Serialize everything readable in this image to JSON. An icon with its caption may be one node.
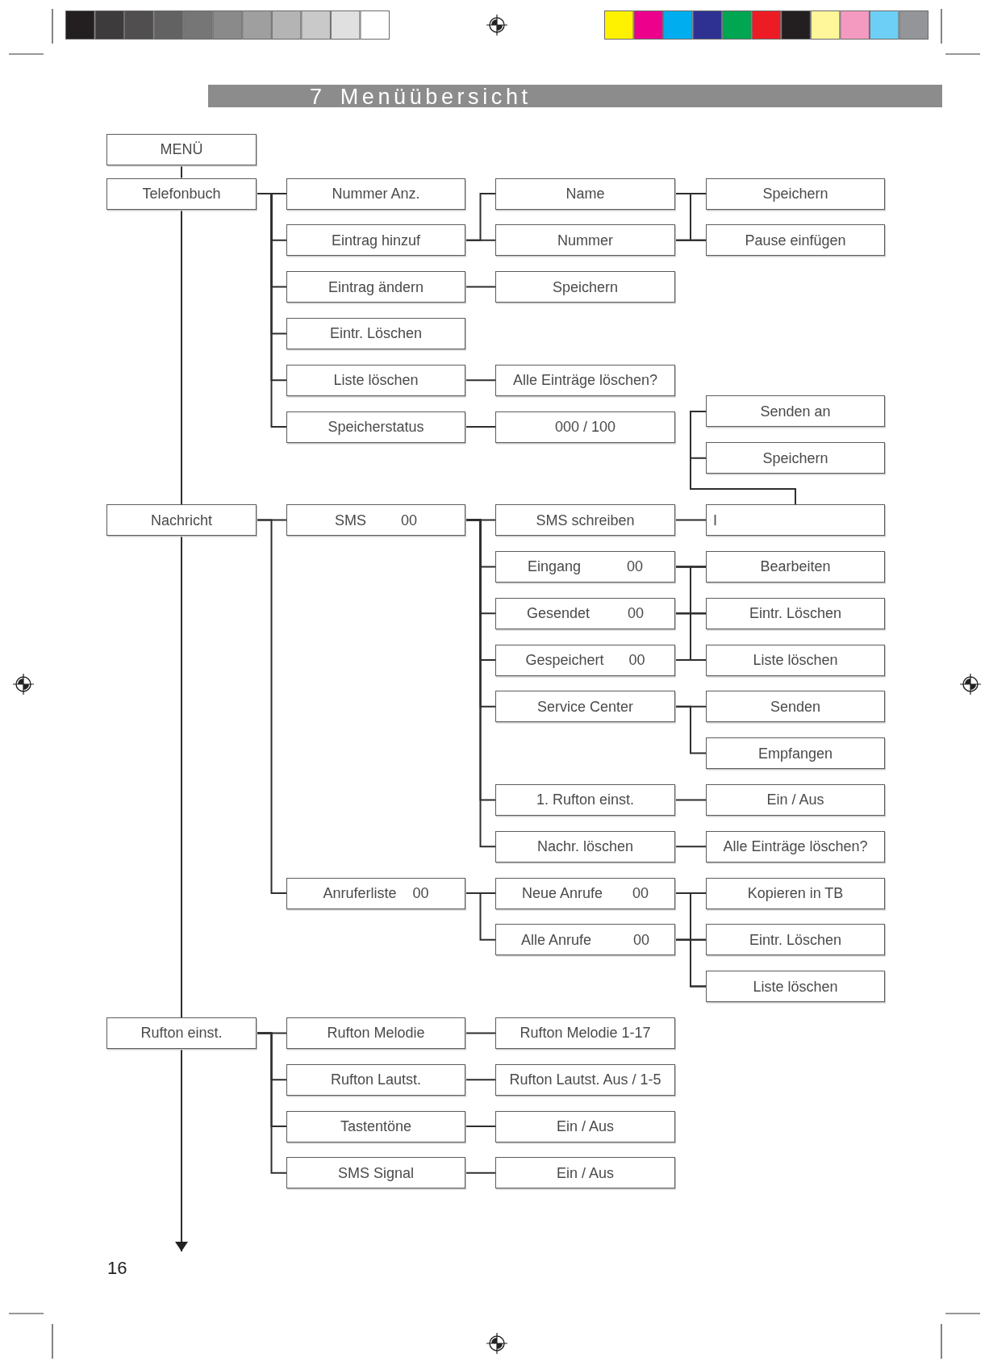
{
  "diagram": {
    "title": "7 Menüübersicht",
    "nodes": [
      {
        "text": [
          "MENÜ"
        ]
      },
      {
        "text": [
          "Telefonbuch"
        ]
      },
      {
        "text": [
          "Nummer Anz."
        ]
      },
      {
        "text": [
          "Name"
        ]
      },
      {
        "text": [
          "Speichern"
        ]
      },
      {
        "text": [
          "Eintrag hinzuf"
        ]
      },
      {
        "text": [
          "Nummer"
        ]
      },
      {
        "text": [
          "Pause einfügen"
        ]
      },
      {
        "text": [
          "Eintrag ändern"
        ]
      },
      {
        "text": [
          "Speichern"
        ]
      },
      {
        "text": [
          "Eintr. Löschen"
        ]
      },
      {
        "text": [
          "Liste löschen"
        ]
      },
      {
        "text": [
          "Alle Einträge löschen?"
        ]
      },
      {
        "text": [
          "Senden an"
        ]
      },
      {
        "text": [
          "Speicherstatus"
        ]
      },
      {
        "text": [
          "000 / 100"
        ]
      },
      {
        "text": [
          "Speichern"
        ]
      },
      {
        "text": [
          "Nachricht"
        ]
      },
      {
        "text": [
          "SMS",
          "00"
        ]
      },
      {
        "text": [
          "SMS schreiben"
        ]
      },
      {
        "text": [
          "I"
        ]
      },
      {
        "text": [
          "Eingang",
          "00"
        ]
      },
      {
        "text": [
          "Bearbeiten"
        ]
      },
      {
        "text": [
          "Gesendet",
          "00"
        ]
      },
      {
        "text": [
          "Eintr. Löschen"
        ]
      },
      {
        "text": [
          "Gespeichert",
          "00"
        ]
      },
      {
        "text": [
          "Liste löschen"
        ]
      },
      {
        "text": [
          "Service Center"
        ]
      },
      {
        "text": [
          "Senden"
        ]
      },
      {
        "text": [
          "Empfangen"
        ]
      },
      {
        "text": [
          "1. Rufton einst."
        ]
      },
      {
        "text": [
          "Ein / Aus"
        ]
      },
      {
        "text": [
          "Nachr. löschen"
        ]
      },
      {
        "text": [
          "Alle Einträge löschen?"
        ]
      },
      {
        "text": [
          "Anruferliste",
          "00"
        ]
      },
      {
        "text": [
          "Neue Anrufe",
          "00"
        ]
      },
      {
        "text": [
          "Kopieren in TB"
        ]
      },
      {
        "text": [
          "Alle Anrufe",
          "00"
        ]
      },
      {
        "text": [
          "Eintr. Löschen"
        ]
      },
      {
        "text": [
          "Liste löschen"
        ]
      },
      {
        "text": [
          "Rufton einst."
        ]
      },
      {
        "text": [
          "Rufton Melodie"
        ]
      },
      {
        "text": [
          "Rufton Melodie 1-17"
        ]
      },
      {
        "text": [
          "Rufton Lautst."
        ]
      },
      {
        "text": [
          "Rufton Lautst. Aus / 1-5"
        ]
      },
      {
        "text": [
          "Tastentöne"
        ]
      },
      {
        "text": [
          "Ein / Aus"
        ]
      },
      {
        "text": [
          "SMS Signal"
        ]
      },
      {
        "text": [
          "Ein / Aus"
        ]
      }
    ],
    "edges": [
      {
        "from": 0,
        "to": 1,
        "arrow": "none"
      },
      {
        "from": 1,
        "to": 17,
        "arrow": "none"
      },
      {
        "from": 17,
        "to": 40,
        "arrow": "none"
      },
      {
        "from": 40,
        "to": null,
        "arrow": "to"
      },
      {
        "from": 1,
        "to": 2,
        "arrow": "none"
      },
      {
        "from": 1,
        "to": 5,
        "arrow": "none"
      },
      {
        "from": 1,
        "to": 8,
        "arrow": "none"
      },
      {
        "from": 1,
        "to": 10,
        "arrow": "none"
      },
      {
        "from": 1,
        "to": 11,
        "arrow": "none"
      },
      {
        "from": 1,
        "to": 14,
        "arrow": "none"
      },
      {
        "from": 5,
        "to": 3,
        "arrow": "none"
      },
      {
        "from": 5,
        "to": 6,
        "arrow": "none"
      },
      {
        "from": 3,
        "to": 4,
        "arrow": "none"
      },
      {
        "from": 3,
        "to": 7,
        "arrow": "none"
      },
      {
        "from": 6,
        "to": 4,
        "arrow": "none"
      },
      {
        "from": 6,
        "to": 7,
        "arrow": "none"
      },
      {
        "from": 8,
        "to": 9,
        "arrow": "none"
      },
      {
        "from": 11,
        "to": 12,
        "arrow": "none"
      },
      {
        "from": 14,
        "to": 15,
        "arrow": "none"
      },
      {
        "from": 20,
        "to": 13,
        "arrow": "none"
      },
      {
        "from": 20,
        "to": 16,
        "arrow": "none"
      },
      {
        "from": 17,
        "to": 18,
        "arrow": "none"
      },
      {
        "from": 17,
        "to": 34,
        "arrow": "none"
      },
      {
        "from": 18,
        "to": 19,
        "arrow": "none"
      },
      {
        "from": 18,
        "to": 21,
        "arrow": "none"
      },
      {
        "from": 18,
        "to": 23,
        "arrow": "none"
      },
      {
        "from": 18,
        "to": 25,
        "arrow": "none"
      },
      {
        "from": 18,
        "to": 27,
        "arrow": "none"
      },
      {
        "from": 18,
        "to": 30,
        "arrow": "none"
      },
      {
        "from": 18,
        "to": 32,
        "arrow": "none"
      },
      {
        "from": 19,
        "to": 20,
        "arrow": "none"
      },
      {
        "from": 21,
        "to": 22,
        "arrow": "none"
      },
      {
        "from": 21,
        "to": 24,
        "arrow": "none"
      },
      {
        "from": 21,
        "to": 26,
        "arrow": "none"
      },
      {
        "from": 23,
        "to": 22,
        "arrow": "none"
      },
      {
        "from": 23,
        "to": 24,
        "arrow": "none"
      },
      {
        "from": 23,
        "to": 26,
        "arrow": "none"
      },
      {
        "from": 25,
        "to": 22,
        "arrow": "none"
      },
      {
        "from": 25,
        "to": 24,
        "arrow": "none"
      },
      {
        "from": 25,
        "to": 26,
        "arrow": "none"
      },
      {
        "from": 27,
        "to": 28,
        "arrow": "none"
      },
      {
        "from": 27,
        "to": 29,
        "arrow": "none"
      },
      {
        "from": 30,
        "to": 31,
        "arrow": "none"
      },
      {
        "from": 32,
        "to": 33,
        "arrow": "none"
      },
      {
        "from": 34,
        "to": 35,
        "arrow": "none"
      },
      {
        "from": 34,
        "to": 37,
        "arrow": "none"
      },
      {
        "from": 35,
        "to": 36,
        "arrow": "none"
      },
      {
        "from": 35,
        "to": 38,
        "arrow": "none"
      },
      {
        "from": 35,
        "to": 39,
        "arrow": "none"
      },
      {
        "from": 37,
        "to": 36,
        "arrow": "none"
      },
      {
        "from": 37,
        "to": 38,
        "arrow": "none"
      },
      {
        "from": 37,
        "to": 39,
        "arrow": "none"
      },
      {
        "from": 40,
        "to": 41,
        "arrow": "none"
      },
      {
        "from": 40,
        "to": 43,
        "arrow": "none"
      },
      {
        "from": 40,
        "to": 45,
        "arrow": "none"
      },
      {
        "from": 40,
        "to": 47,
        "arrow": "none"
      },
      {
        "from": 41,
        "to": 42,
        "arrow": "none"
      },
      {
        "from": 43,
        "to": 44,
        "arrow": "none"
      },
      {
        "from": 45,
        "to": 46,
        "arrow": "none"
      },
      {
        "from": 47,
        "to": 48,
        "arrow": "none"
      }
    ],
    "labels": [
      "16"
    ]
  }
}
